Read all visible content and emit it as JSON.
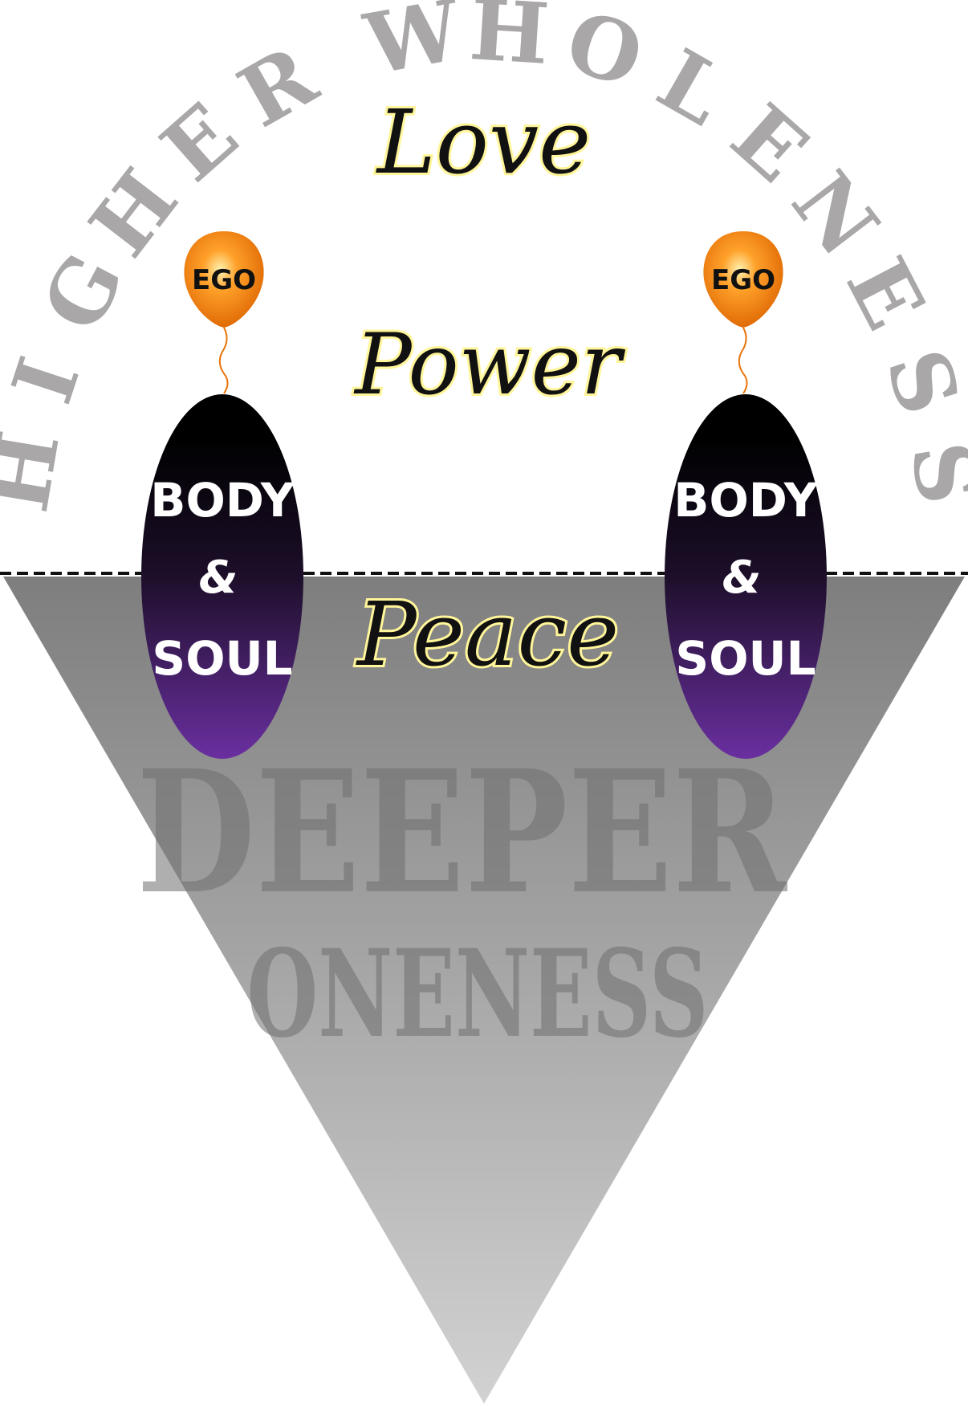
{
  "title_top": "HIGHER WHOLENESS",
  "title_bottom_line1": "DEEPER",
  "title_bottom_line2": "ONENESS",
  "levels": {
    "love": "Love",
    "power": "Power",
    "peace": "Peace"
  },
  "figures": [
    {
      "balloon": "EGO",
      "body_line1": "BODY",
      "body_line2": "&",
      "body_line3": "SOUL"
    },
    {
      "balloon": "EGO",
      "body_line1": "BODY",
      "body_line2": "&",
      "body_line3": "SOUL"
    }
  ],
  "colors": {
    "arc_text": "#a9a7a7",
    "triangle_top": "#7e7e7e",
    "triangle_bottom": "#d2d2d2",
    "oval_top": "#000000",
    "oval_bottom": "#6a2fa0",
    "balloon": "#f07d10",
    "glow": "#fff59a"
  }
}
